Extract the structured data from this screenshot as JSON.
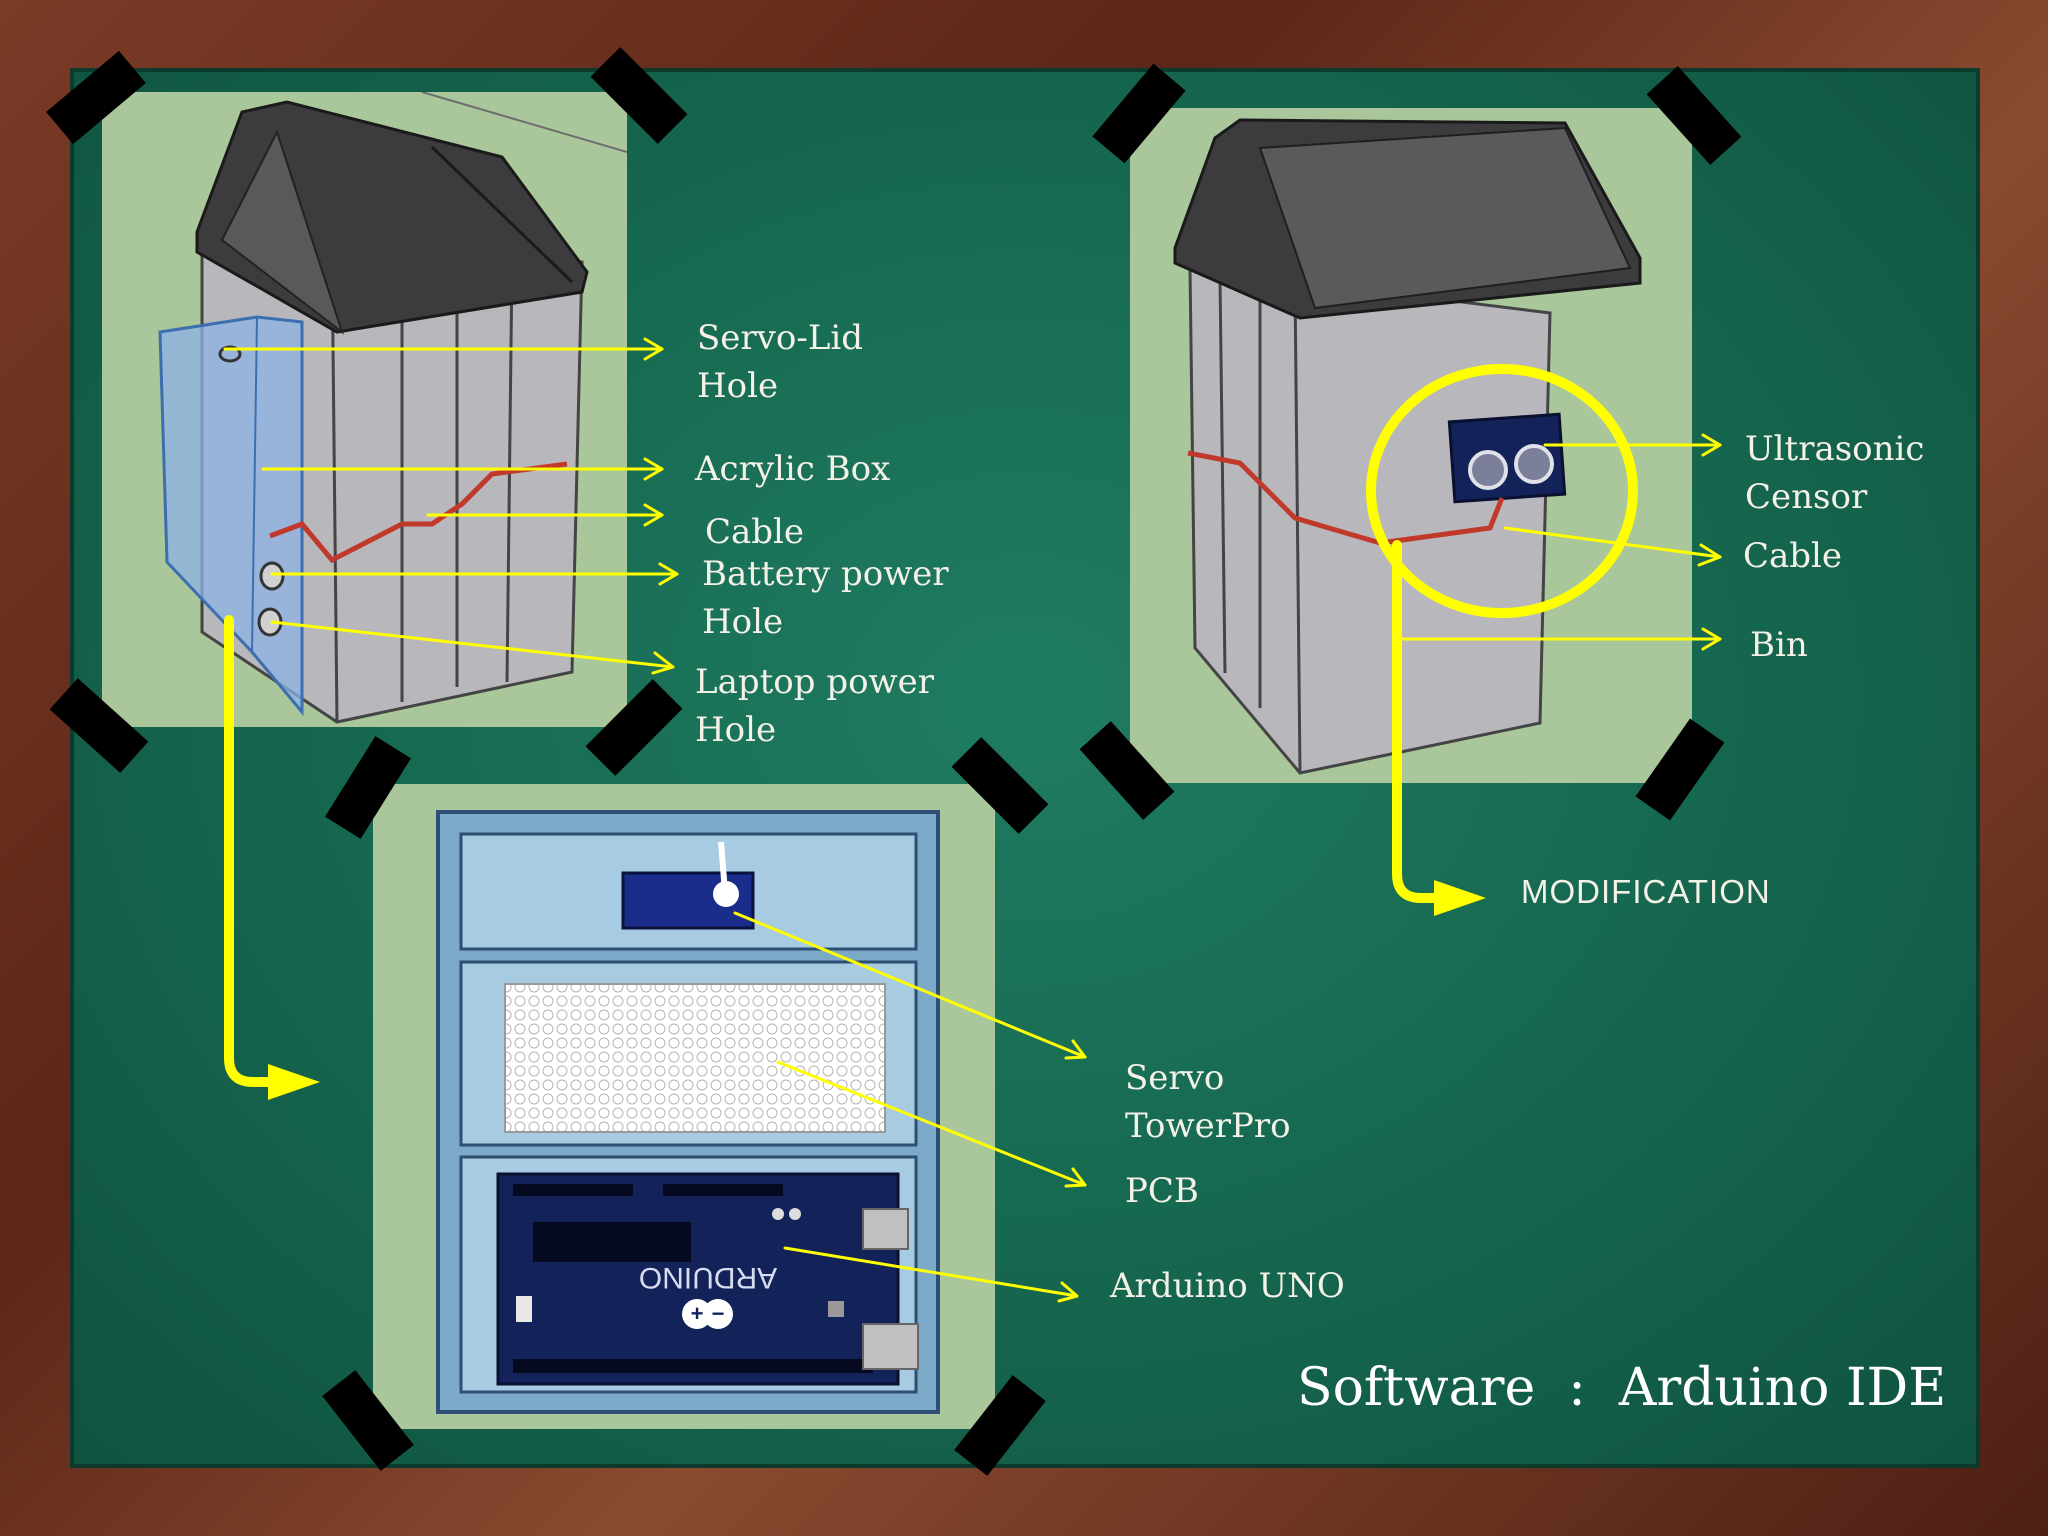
{
  "labels": {
    "servo_lid_hole": "Servo-Lid\nHole",
    "acrylic_box": "Acrylic Box",
    "cable_left": "Cable",
    "battery_power_hole": "Battery power\nHole",
    "laptop_power_hole": "Laptop power\nHole",
    "ultrasonic_censor": "Ultrasonic\nCensor",
    "cable_right": "Cable",
    "bin": "Bin",
    "modification": "MODIFICATION",
    "servo_towerpro": "Servo\nTowerPro",
    "pcb": "PCB",
    "arduino_uno": "Arduino UNO",
    "board_logo": "ARDUINO",
    "software": "Software  :  Arduino IDE"
  },
  "colors": {
    "board_green": "#176a52",
    "frame_wood": "#6b2e1e",
    "photo_bg": "#a9c79a",
    "arrow_yellow": "#ffff00",
    "bin_gray": "#b9b9bd",
    "lid_dark": "#3c3c3e",
    "acrylic_blue": "#8db3e6",
    "cable_red": "#c0392b",
    "box_blue": "#7da9c9",
    "arduino_navy": "#13235a"
  }
}
